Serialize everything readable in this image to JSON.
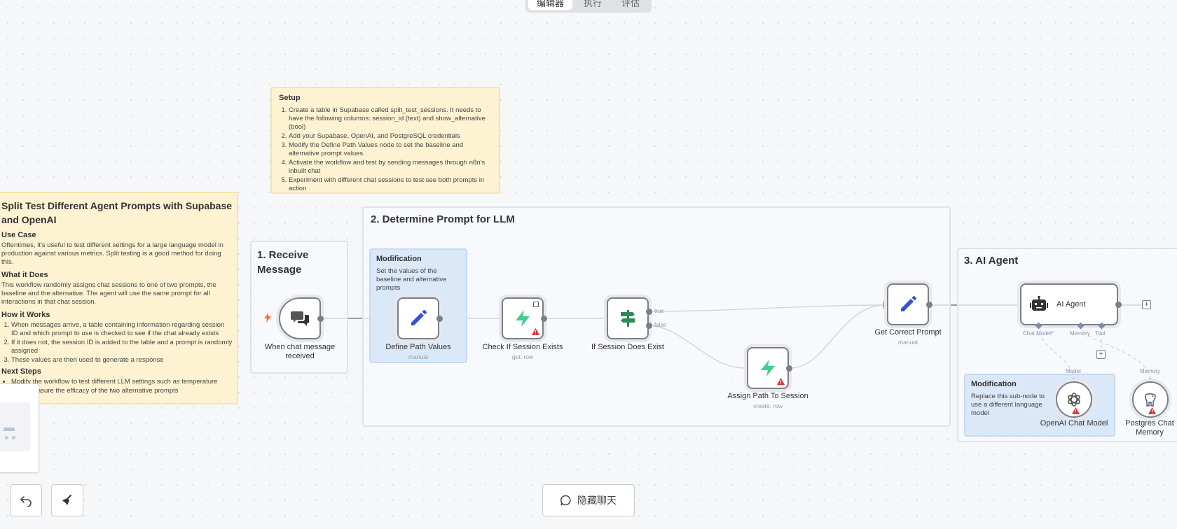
{
  "tabs": [
    {
      "label": "编辑器",
      "active": true
    },
    {
      "label": "执行",
      "active": false
    },
    {
      "label": "评估",
      "active": false
    }
  ],
  "setup_note": {
    "title": "Setup",
    "items": [
      "Create a table in Supabase called split_test_sessions. It needs to have the following columns: session_id (text) and show_alternative (bool)",
      "Add your Supabase, OpenAI, and PostgreSQL credentials",
      "Modify the Define Path Values node to set the baseline and alternative prompt values.",
      "Activate the workflow and test by sending messages through n8n's inbuilt chat",
      "Experiment with different chat sessions to test see both prompts in action"
    ]
  },
  "main_note": {
    "title": "Split Test Different Agent Prompts with Supabase and OpenAI",
    "use_case_heading": "Use Case",
    "use_case_text": "Oftentimes, it's useful to test different settings for a large language model in production against various metrics. Split testing is a good method for doing this.",
    "what_heading": "What it Does",
    "what_text": "This workflow randomly assigns chat sessions to one of two prompts, the baseline and the alternative. The agent will use the same prompt for all interactions in that chat session.",
    "how_heading": "How it Works",
    "how_items": [
      "When messages arrive, a table containing information regarding session ID and which prompt to use is checked to see if the chat already exists",
      "If it does not, the session ID is added to the table and a prompt is randomly assigned",
      "These values are then used to generate a response"
    ],
    "next_heading": "Next Steps",
    "next_items": [
      "Modify the workflow to test different LLM settings such as temperature",
      "od to measure the efficacy of the two alternative prompts"
    ]
  },
  "groups": {
    "receive": "1. Receive Message",
    "determine": "2. Determine Prompt for LLM",
    "agent": "3. AI Agent"
  },
  "modification_notes": {
    "define": {
      "title": "Modification",
      "text": "Set the values of the baseline and alternative prompts"
    },
    "model": {
      "title": "Modification",
      "text": "Replace this sub-node to use a different language model"
    }
  },
  "nodes": {
    "chat_trigger": {
      "label": "When chat message received"
    },
    "define_path": {
      "label": "Define Path Values",
      "sub": "manual"
    },
    "check_session": {
      "label": "Check If Session Exists",
      "sub": "get: row"
    },
    "if_session": {
      "label": "If Session Does Exist",
      "true_label": "true",
      "false_label": "false"
    },
    "assign_path": {
      "label": "Assign Path To Session",
      "sub": "create: row"
    },
    "get_prompt": {
      "label": "Get Correct Prompt",
      "sub": "manual"
    },
    "ai_agent": {
      "label": "AI Agent",
      "chat_model_label": "Chat Model*",
      "memory_label": "Memory",
      "tool_label": "Tool"
    },
    "openai_model": {
      "label": "OpenAI Chat Model",
      "port_label": "Model"
    },
    "postgres_memory": {
      "label": "Postgres Chat Memory",
      "port_label": "Memory"
    }
  },
  "bottom": {
    "chat_toggle_label": "隐藏聊天"
  },
  "colors": {
    "accent_blue": "#3b4fd8",
    "supabase_green": "#3ecf8e",
    "if_green": "#2e8b57",
    "warning_red": "#e0323c",
    "trigger_orange": "#ff6d3a"
  }
}
